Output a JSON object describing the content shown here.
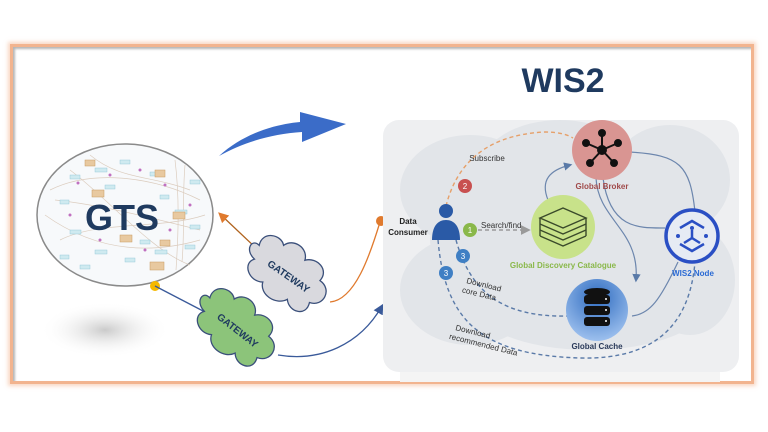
{
  "title": "WIS2",
  "gts": {
    "label": "GTS"
  },
  "gateways": [
    {
      "label": "GATEWAY",
      "color": "#d9d9de"
    },
    {
      "label": "GATEWAY",
      "color": "#8cc47a"
    }
  ],
  "data_consumer": {
    "line1": "Data",
    "line2": "Consumer"
  },
  "steps": {
    "subscribe": {
      "number": "2",
      "label": "Subscribe",
      "color": "#c85050"
    },
    "search": {
      "number": "1",
      "label": "Search/find",
      "color": "#8ab84a"
    },
    "download_core": {
      "number": "3",
      "label_line1": "Download",
      "label_line2": "core Data",
      "color": "#3f7fc4"
    },
    "download_recommended": {
      "number": "3",
      "label_line1": "Download",
      "label_line2": "recommended Data",
      "color": "#3f7fc4"
    }
  },
  "components": {
    "global_broker": {
      "label": "Global Broker",
      "color": "#d99592",
      "label_color": "#a04a4a"
    },
    "global_discovery_catalogue": {
      "label": "Global Discovery Catalogue",
      "color": "#c8e28a",
      "label_color": "#8ab84a"
    },
    "global_cache": {
      "label": "Global Cache",
      "color": "#4a88d4",
      "label_color": "#2a3a5a"
    },
    "wis2_node": {
      "label": "WIS2 Node",
      "color": "#2a4fc4",
      "label_color": "#2a6ad4"
    }
  },
  "colors": {
    "frame": "#f2b48f",
    "title": "#1f3a5f",
    "arrow": "#3b6cc8",
    "orange_link": "#e07a2e",
    "blue_link": "#3a5a9a"
  }
}
